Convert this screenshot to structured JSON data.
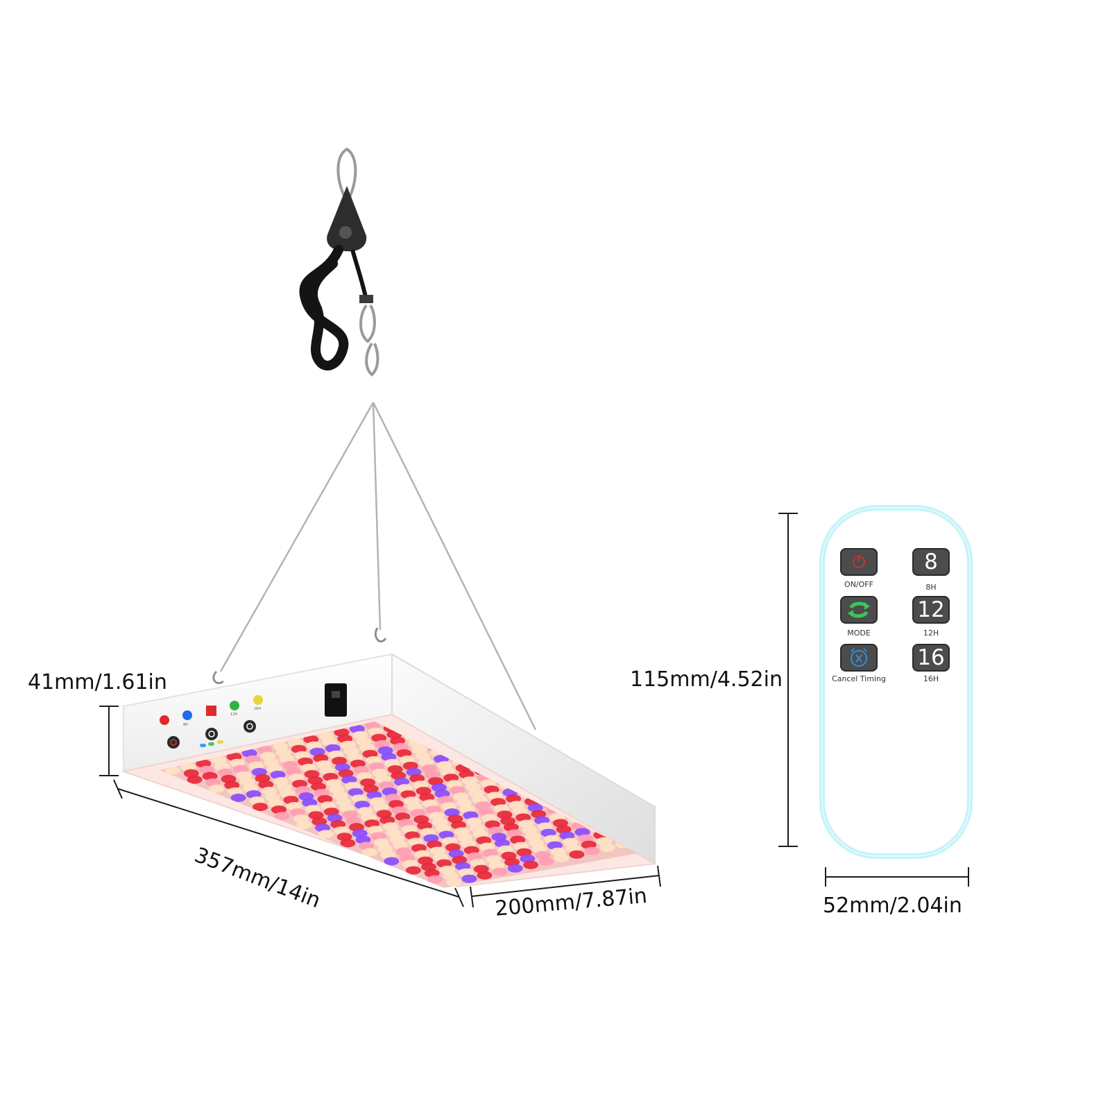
{
  "dimensions": {
    "height": "41mm/1.61in",
    "length": "357mm/14in",
    "width": "200mm/7.87in",
    "remote_height": "115mm/4.52in",
    "remote_width": "52mm/2.04in"
  },
  "remote": {
    "buttons": [
      {
        "icon": "power-icon",
        "label": "ON/OFF"
      },
      {
        "text": "8",
        "label": "8H"
      },
      {
        "icon": "mode-arrows-icon",
        "label": "MODE"
      },
      {
        "text": "12",
        "label": "12H"
      },
      {
        "icon": "alarm-clock-icon",
        "label": "Cancel Timing"
      },
      {
        "text": "16",
        "label": "16H"
      }
    ]
  },
  "panel_controls": {
    "indicator_labels": [
      "8H",
      "12H",
      "16H"
    ]
  },
  "colors": {
    "led_red": "#e8283a",
    "led_purple": "#8a4cff",
    "led_warm_white": "#ffe2c4",
    "led_pink": "#ff9db4",
    "remote_outline": "#b8f2f7",
    "mode_green": "#3fc35a",
    "timer_blue": "#2f8fe0"
  }
}
